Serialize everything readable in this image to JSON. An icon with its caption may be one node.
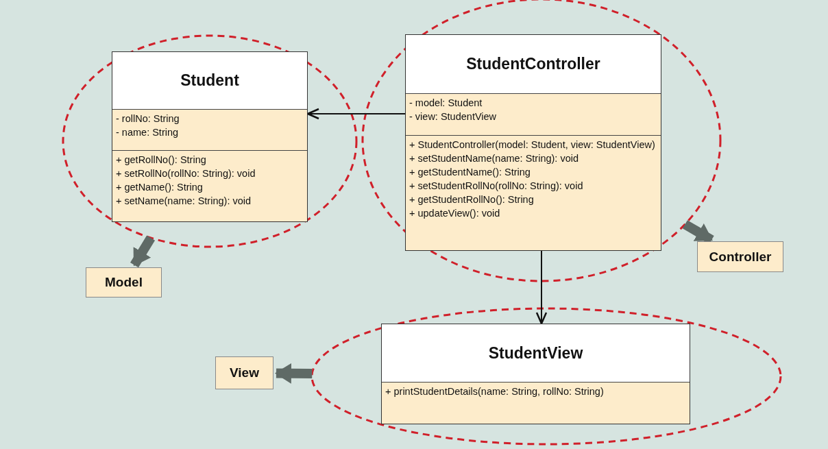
{
  "diagram": {
    "nodes": [
      {
        "text": [],
        "shape": "ellipse"
      },
      {
        "text": [
          "Student"
        ],
        "in": 0
      },
      {
        "text": [
          "- rollNo: String",
          "- name: String"
        ],
        "in": 1
      },
      {
        "text": [
          "+ getRollNo(): String",
          "+ setRollNo(rollNo: String): void",
          "+ getName(): String",
          "+ setName(name: String): void"
        ],
        "in": 1
      },
      {
        "text": [],
        "shape": "ellipse"
      },
      {
        "text": [
          "StudentController"
        ],
        "in": 4
      },
      {
        "text": [
          "- model: Student",
          "- view: StudentView"
        ],
        "in": 5
      },
      {
        "text": [
          "+ StudentController(model: Student, view: StudentView)",
          "+ setStudentName(name: String): void",
          "+ getStudentName(): String",
          "+ setStudentRollNo(rollNo: String): void",
          "+ getStudentRollNo(): String",
          "+ updateView(): void"
        ],
        "in": 5
      },
      {
        "text": [
          "Model"
        ]
      },
      {
        "text": [
          "Controller"
        ]
      },
      {
        "text": [],
        "shape": "ellipse"
      },
      {
        "text": [
          "StudentView"
        ],
        "in": 10
      },
      {
        "text": [
          "+ printStudentDetails(name: String, rollNo: String)"
        ],
        "in": 11
      },
      {
        "text": [
          "View"
        ]
      }
    ],
    "edges": [
      {
        "from": 5,
        "to": 1,
        "arrow": "to",
        "color": "#111111"
      },
      {
        "from": 5,
        "to": 11,
        "arrow": "to",
        "color": "#111111"
      },
      {
        "from": 0,
        "to": 8,
        "arrow": "to"
      },
      {
        "from": 4,
        "to": 9,
        "arrow": "to"
      },
      {
        "from": 10,
        "to": 13,
        "arrow": "to"
      }
    ]
  }
}
